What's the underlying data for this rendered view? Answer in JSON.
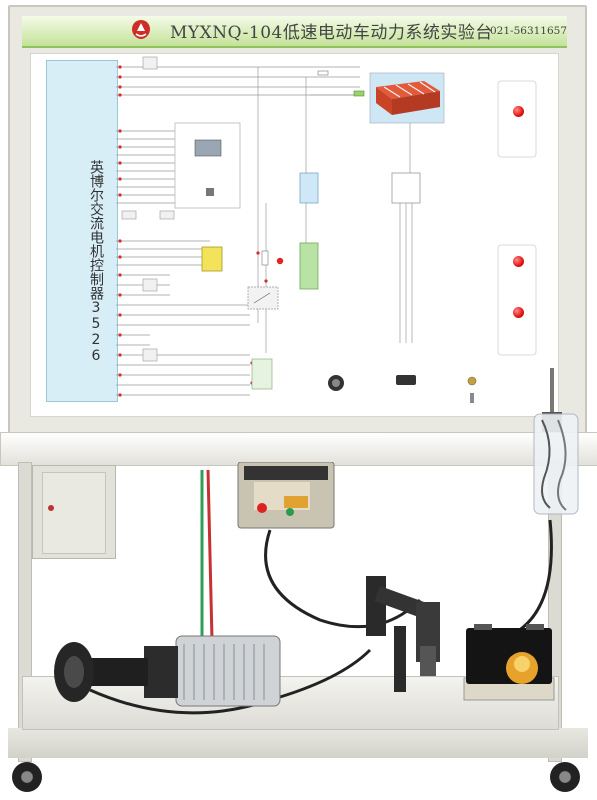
{
  "panel": {
    "title": "MYXNQ-104低速电动车动力系统实验台",
    "phone": "021-56311657",
    "controller_label": "英博尔交流电机控制器3526"
  },
  "colors": {
    "title_gradient_top": "#f4fbe7",
    "title_gradient_bottom": "#c4e29a",
    "controller_fill": "#d7eef6",
    "indicator_red": "#e21212",
    "dcdc_fill": "#cfe8f7",
    "drive_battery_fill": "#b8e3a5",
    "contactor_fill": "#f2e35a",
    "board_bg": "#ffffff"
  }
}
